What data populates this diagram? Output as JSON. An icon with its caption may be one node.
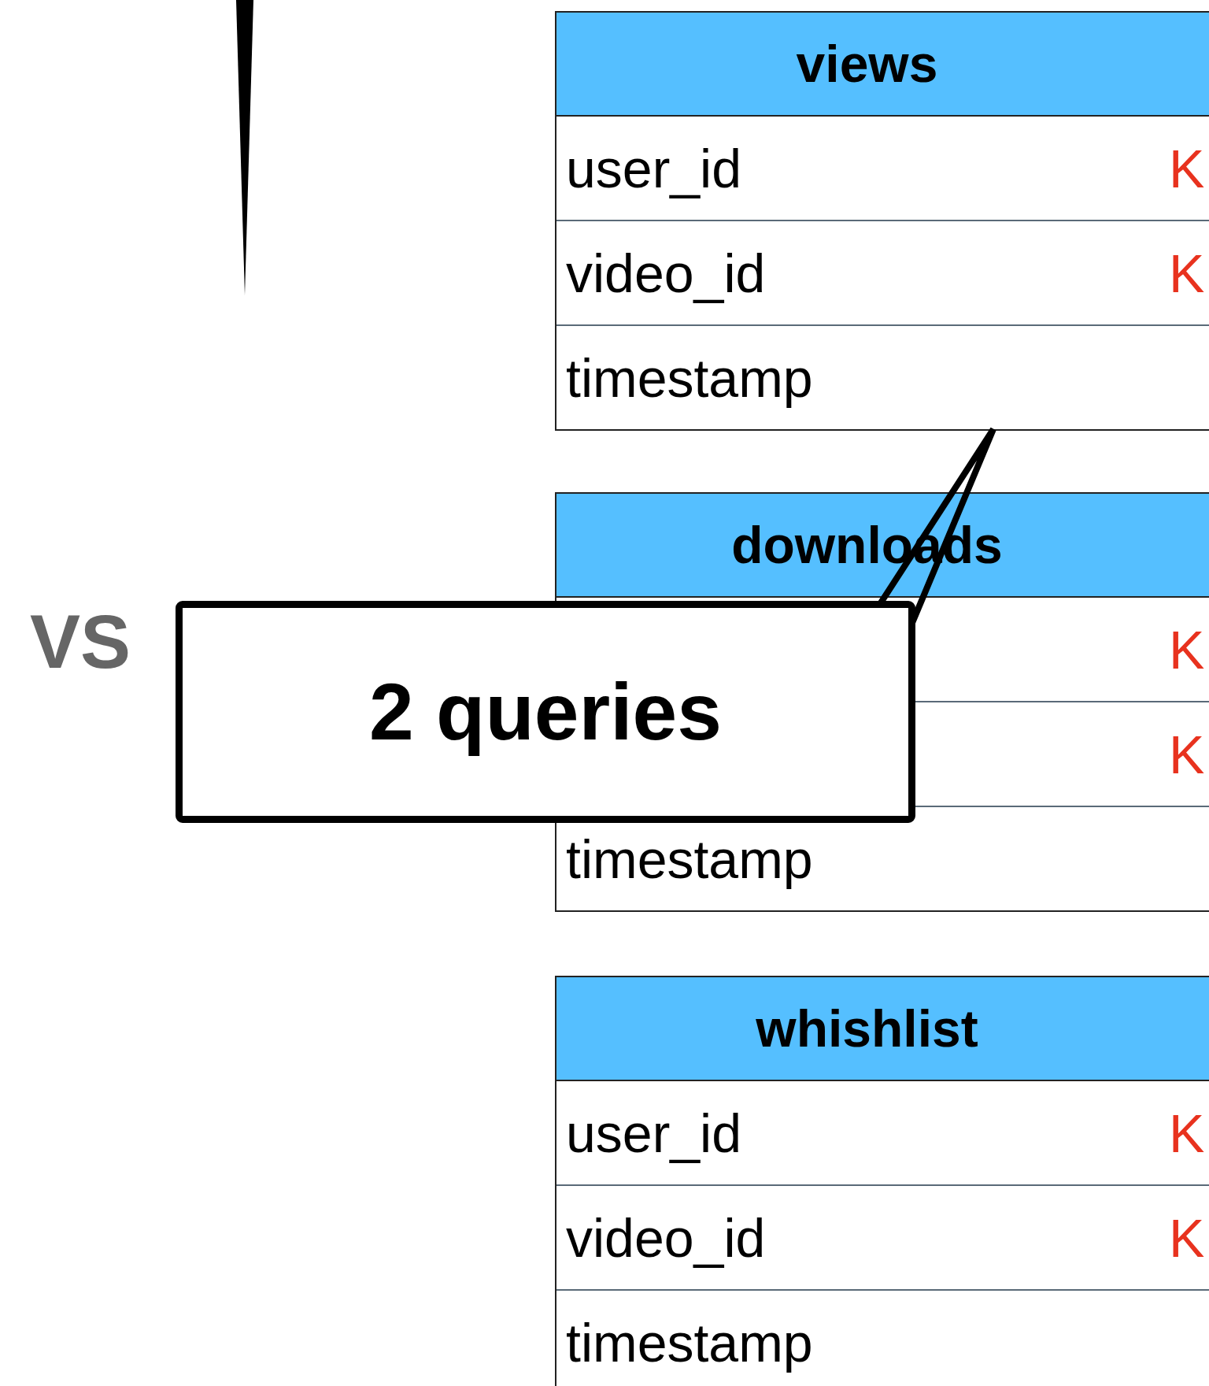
{
  "diagram": {
    "nodes": [
      {
        "text": [
          "views"
        ]
      },
      {
        "text": [
          "user_id",
          "K"
        ],
        "in": 0
      },
      {
        "text": [
          "video_id",
          "K"
        ],
        "in": 0
      },
      {
        "text": [
          "timestamp"
        ],
        "in": 0
      },
      {
        "text": [
          "downloads"
        ]
      },
      {
        "text": [
          "K"
        ],
        "in": 4
      },
      {
        "text": [
          "K"
        ],
        "in": 4
      },
      {
        "text": [
          "timestamp"
        ],
        "in": 4
      },
      {
        "text": [
          "whishlist"
        ]
      },
      {
        "text": [
          "user_id",
          "K"
        ],
        "in": 8
      },
      {
        "text": [
          "video_id",
          "K"
        ],
        "in": 8
      },
      {
        "text": [
          "timestamp"
        ],
        "in": 8
      },
      {
        "text": [
          "2 queries"
        ]
      },
      {
        "text": [],
        "shape": "pointer"
      }
    ],
    "edges": [
      {
        "from": 12,
        "to": 3,
        "arrow": "none"
      }
    ],
    "labels": [
      "VS"
    ]
  }
}
